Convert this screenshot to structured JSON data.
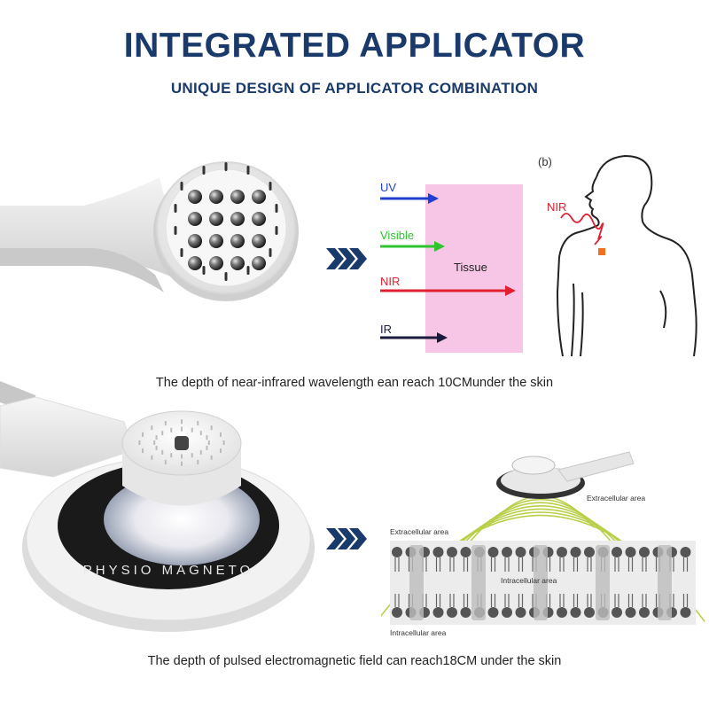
{
  "header": {
    "title": "INTEGRATED APPLICATOR",
    "subtitle": "UNIQUE DESIGN OF APPLICATOR COMBINATION"
  },
  "section1": {
    "diagram_a": {
      "labels": [
        "UV",
        "Visible",
        "NIR",
        "IR"
      ],
      "tissue_label": "Tissue",
      "colors": {
        "uv": "#1e3fcf",
        "visible": "#2ec42e",
        "nir": "#e02030",
        "ir": "#1a1a3a",
        "tissue": "#f7c6e6"
      }
    },
    "diagram_b": {
      "panel_label": "(b)",
      "nir_label": "NIR"
    },
    "caption": "The depth of near-infrared wavelength ean reach 10CMunder the skin"
  },
  "section2": {
    "device_ring_text": "PHYSIO MAGNETO",
    "diagram": {
      "extracellular_top": "Extracellular area",
      "extracellular_left": "Extracellular area",
      "intracellular_mid": "Intracellular area",
      "intracellular_bottom": "Intracellular area"
    },
    "caption": "The depth of pulsed electromagnetic field can reach18CM under the skin"
  },
  "colors": {
    "title": "#1a3a6b",
    "chevron": "#1a3a6b",
    "field_lines": "#b9cf4a"
  },
  "icons": [
    "triple-chevron-right-icon",
    "triple-chevron-right-icon"
  ]
}
